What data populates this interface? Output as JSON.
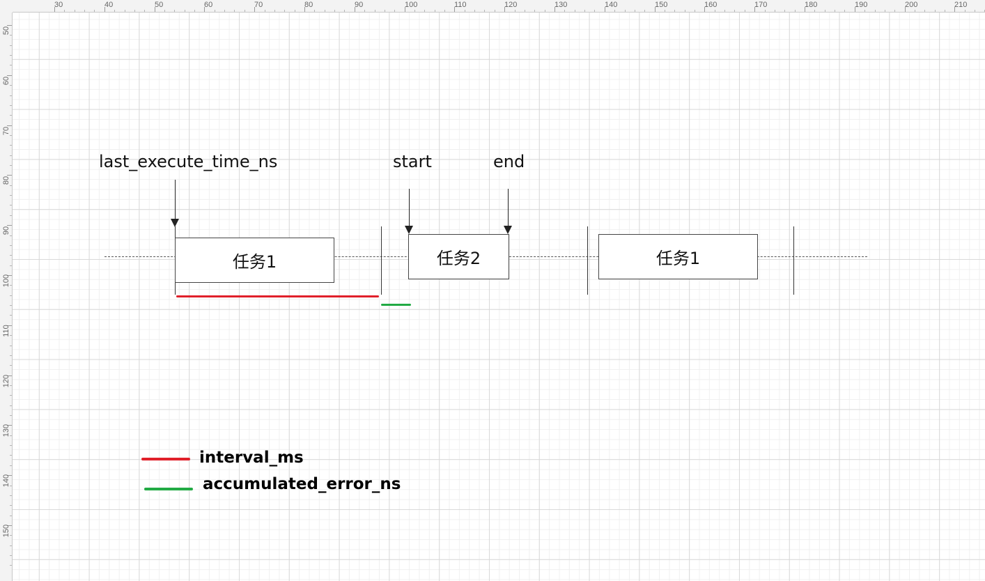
{
  "colors": {
    "interval": "#e0202a",
    "error": "#22aa44"
  },
  "ruler": {
    "top_labels": [
      "30",
      "40",
      "50",
      "60",
      "70",
      "80",
      "90",
      "100",
      "110",
      "120",
      "130",
      "140",
      "150",
      "160",
      "170",
      "180",
      "190",
      "200",
      "210"
    ],
    "left_labels": [
      "50",
      "60",
      "70",
      "80",
      "90",
      "100",
      "110",
      "120",
      "130",
      "140",
      "150"
    ]
  },
  "diagram": {
    "labels": {
      "last_execute": "last_execute_time_ns",
      "start": "start",
      "end": "end"
    },
    "tasks": [
      {
        "label": "任务1"
      },
      {
        "label": "任务2"
      },
      {
        "label": "任务1"
      }
    ]
  },
  "legend": [
    {
      "label": "interval_ms",
      "color": "#e0202a",
      "icon": "red-line"
    },
    {
      "label": "accumulated_error_ns",
      "color": "#22aa44",
      "icon": "green-line"
    }
  ]
}
